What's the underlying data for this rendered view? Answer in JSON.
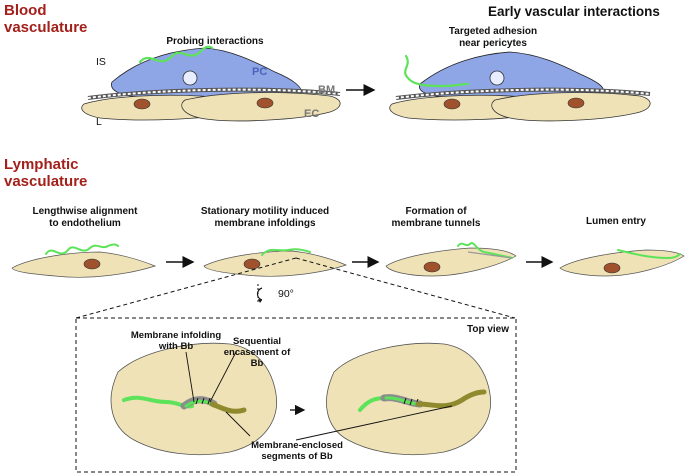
{
  "sections": {
    "blood": "Blood vasculature",
    "lymphatic": "Lymphatic vasculature"
  },
  "header": {
    "title": "Early vascular interactions"
  },
  "blood": {
    "step1": "Probing interactions",
    "step2": "Targeted adhesion near pericytes",
    "labels": {
      "is": "IS",
      "l": "L",
      "pc": "PC",
      "bm": "BM",
      "ec": "EC"
    }
  },
  "lymph": {
    "steps": [
      "Lengthwise alignment to endothelium",
      "Stationary motility induced membrane infoldings",
      "Formation of membrane tunnels",
      "Lumen entry"
    ],
    "rotation": "90°"
  },
  "inset": {
    "title": "Top view",
    "annotations": {
      "infolding": "Membrane infolding with Bb",
      "encasement": "Sequential encasement of Bb",
      "enclosed": "Membrane-enclosed segments of Bb"
    }
  },
  "colors": {
    "section_title": "#a3201b",
    "endothelial_cell": "#efe2b6",
    "nucleus": "#a0522d",
    "pericyte": "#8ea5e6",
    "bacterium": "#5de35a",
    "enclosed_segment": "#8f8a2e"
  }
}
